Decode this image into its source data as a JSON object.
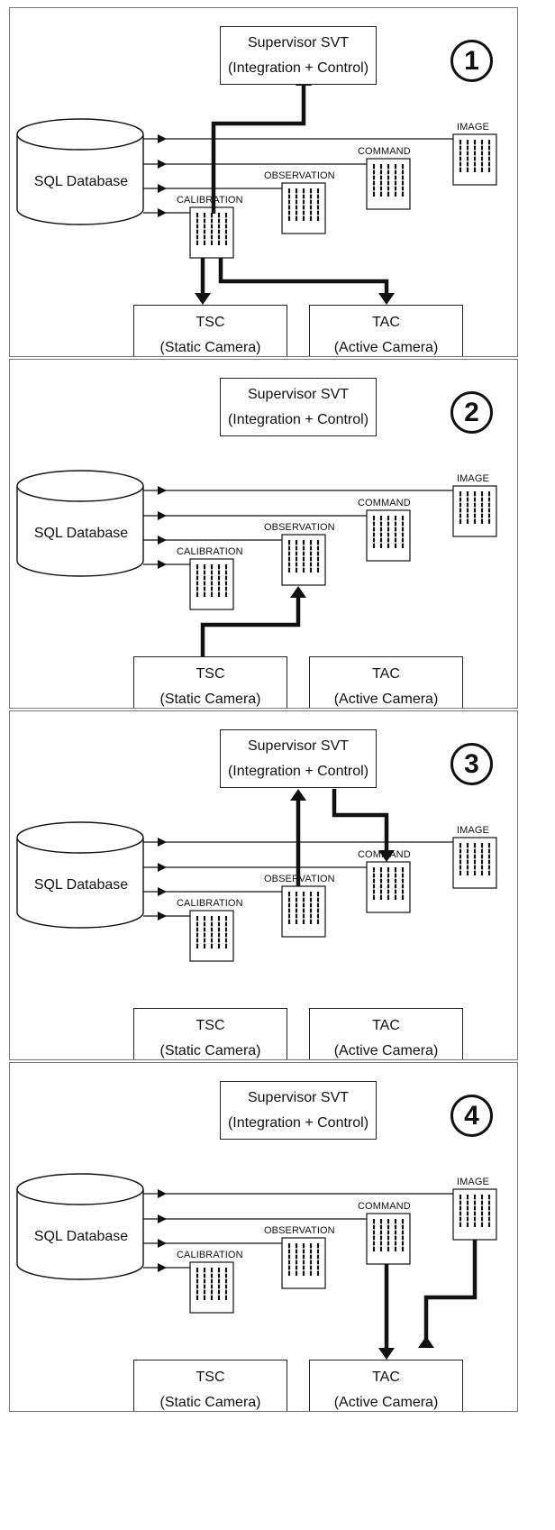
{
  "labels": {
    "supervisor_line1": "Supervisor   SVT",
    "supervisor_line2": "(Integration + Control)",
    "database": "SQL Database",
    "image": "IMAGE",
    "command": "COMMAND",
    "observation": "OBSERVATION",
    "calibration": "CALIBRATION",
    "tsc_line1": "TSC",
    "tsc_line2": "(Static Camera)",
    "tac_line1": "TAC",
    "tac_line2": "(Active Camera)"
  },
  "panels": [
    {
      "number": "1",
      "flow": "Calibration data sent from database to Supervisor SVT, TSC and TAC"
    },
    {
      "number": "2",
      "flow": "TSC writes to OBSERVATION"
    },
    {
      "number": "3",
      "flow": "SVT reads OBSERVATION and writes COMMAND"
    },
    {
      "number": "4",
      "flow": "TAC reads COMMAND and writes IMAGE"
    }
  ],
  "icons": [
    "database-icon",
    "document-icon",
    "arrow-icon"
  ]
}
